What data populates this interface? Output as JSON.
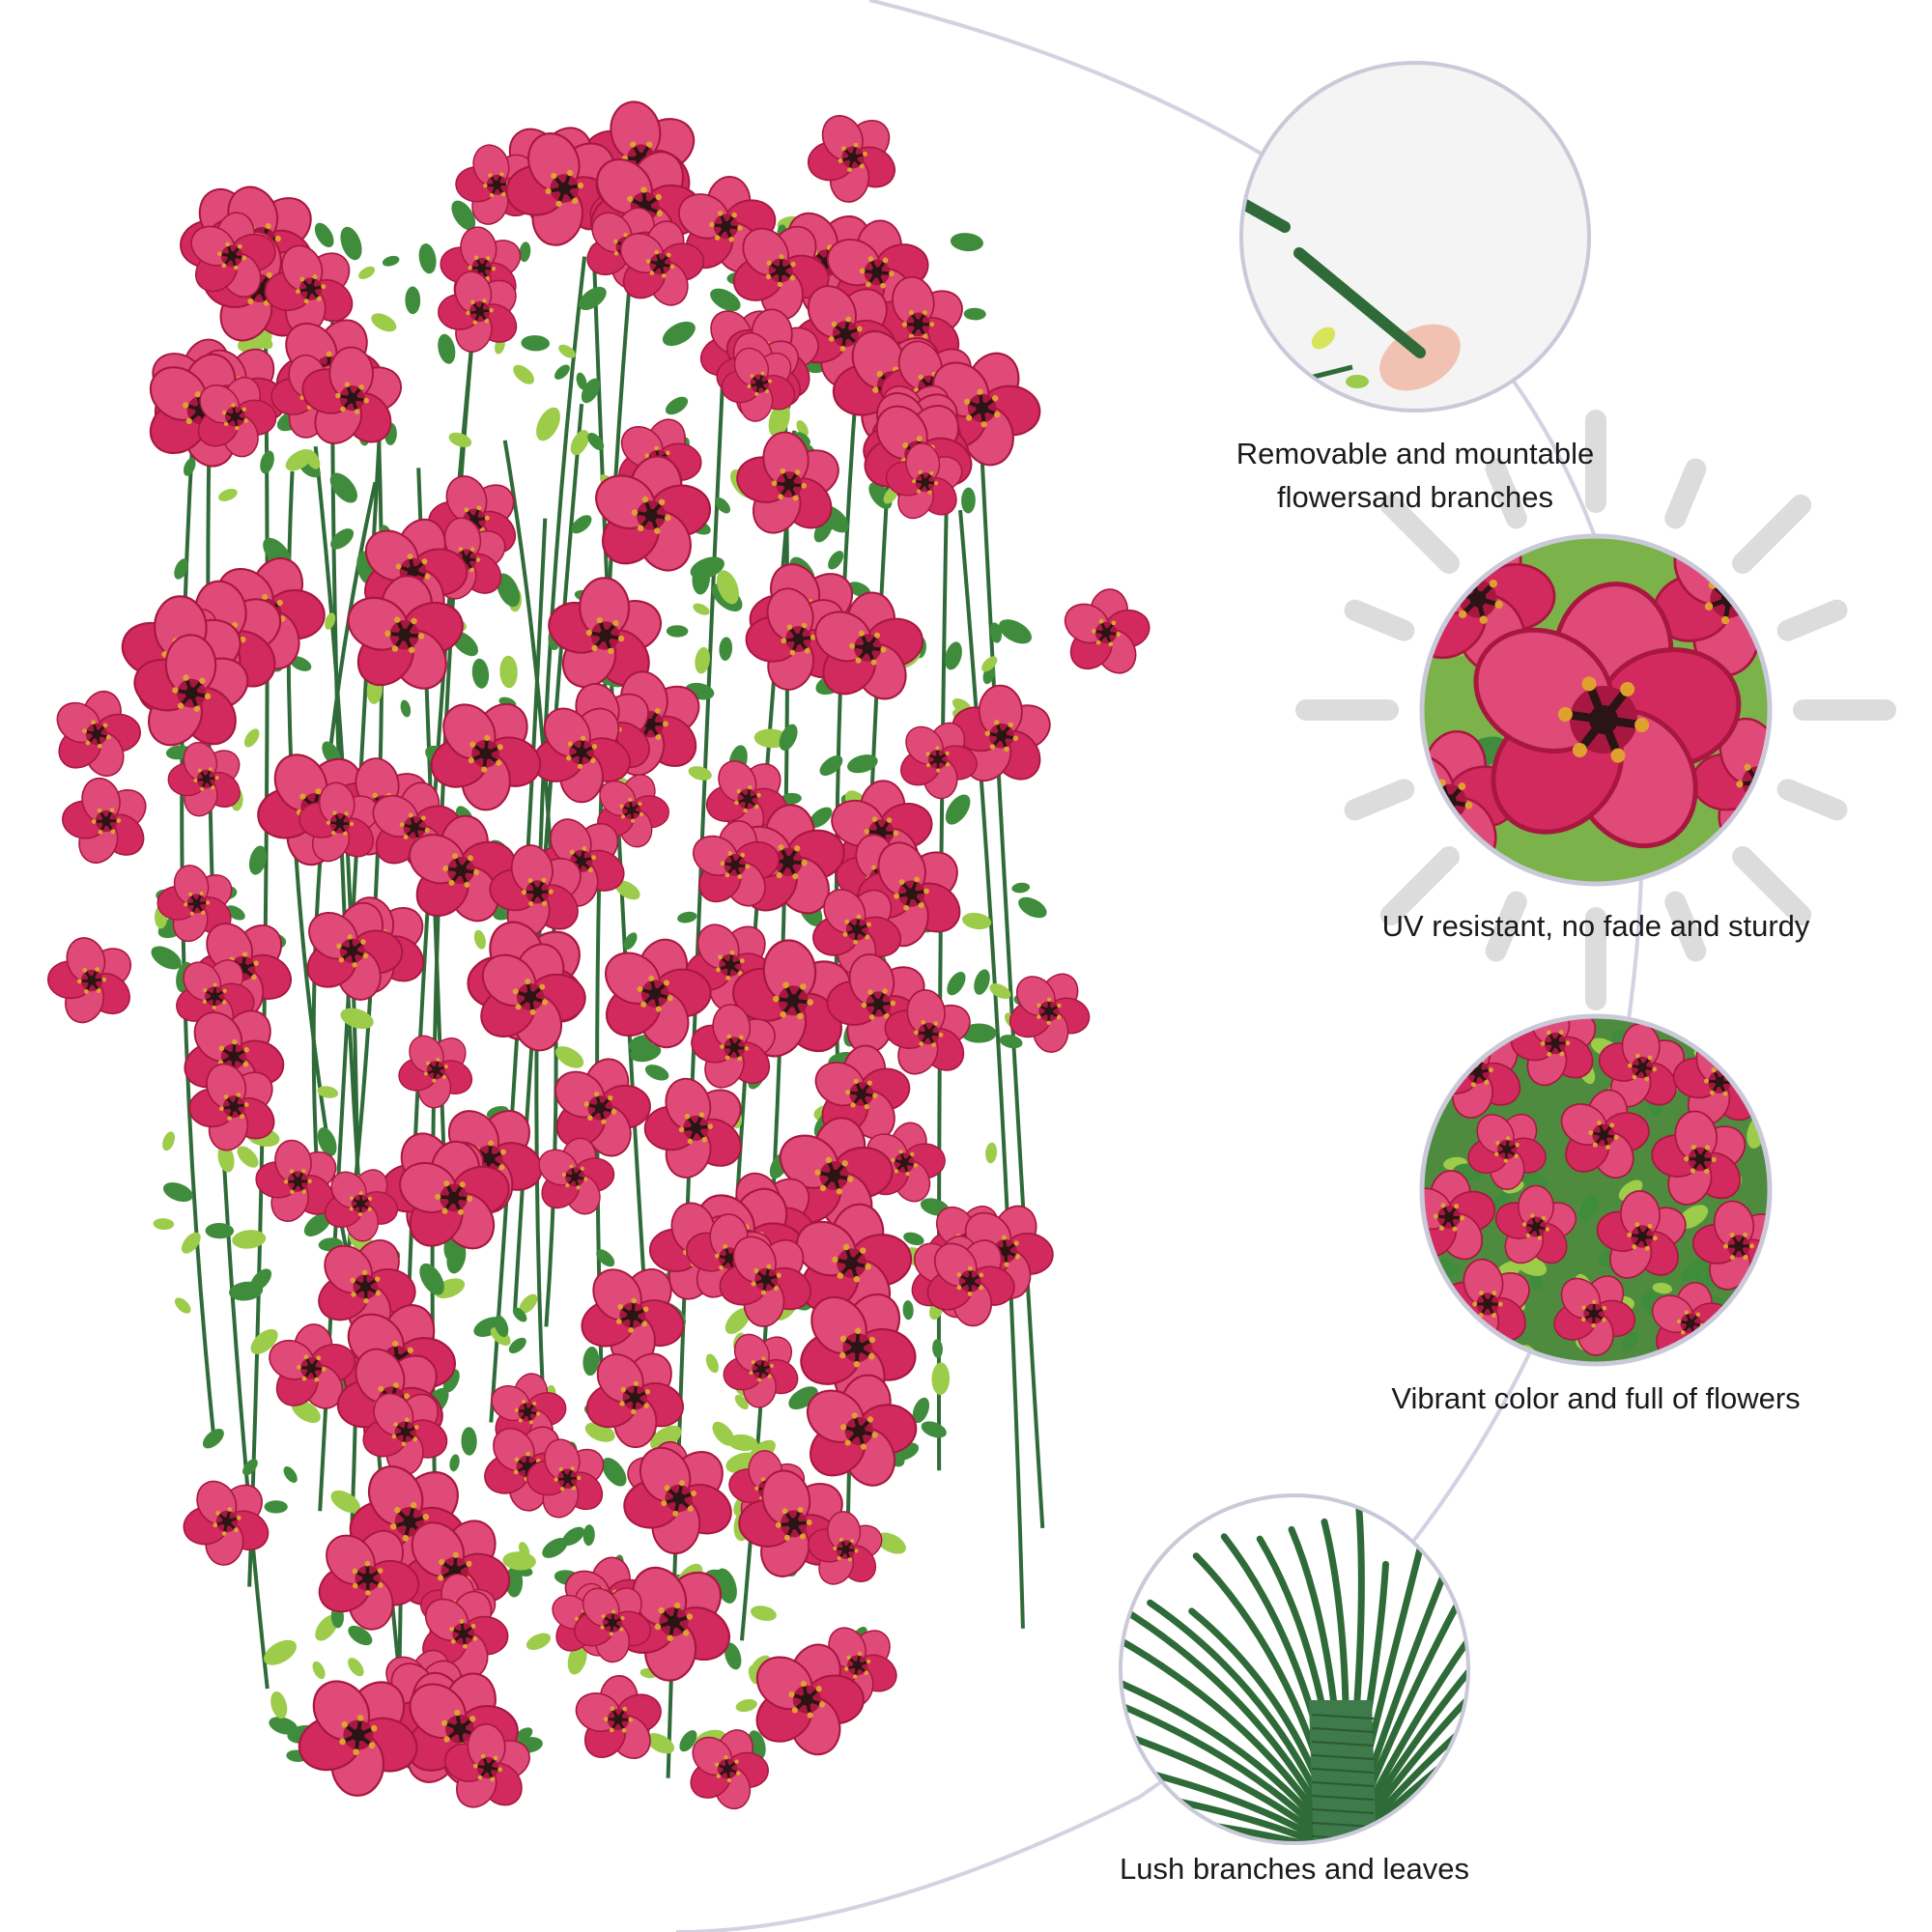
{
  "colors": {
    "background": "#ffffff",
    "connector_arc": "#d2d2e2",
    "circle_border": "#c9c9d9",
    "petal": "#d22a5e",
    "petal_light": "#e04a78",
    "petal_dark": "#a8173f",
    "flower_center": "#2a1414",
    "leaf": "#3f8d3c",
    "leaf_light": "#9ccc4a",
    "stem": "#2f6b38",
    "sun_ray": "#dcdcdc",
    "caption_text": "#1a1a1a"
  },
  "features": [
    {
      "icon": "detachable-stem-icon",
      "caption_lines": [
        "Removable and mountable",
        "flowersand branches"
      ]
    },
    {
      "icon": "flower-closeup-icon",
      "caption_lines": [
        "UV resistant, no fade and sturdy"
      ]
    },
    {
      "icon": "flower-cluster-icon",
      "caption_lines": [
        "Vibrant color and full of flowers"
      ]
    },
    {
      "icon": "stem-bundle-icon",
      "caption_lines": [
        "Lush branches and leaves"
      ]
    }
  ]
}
